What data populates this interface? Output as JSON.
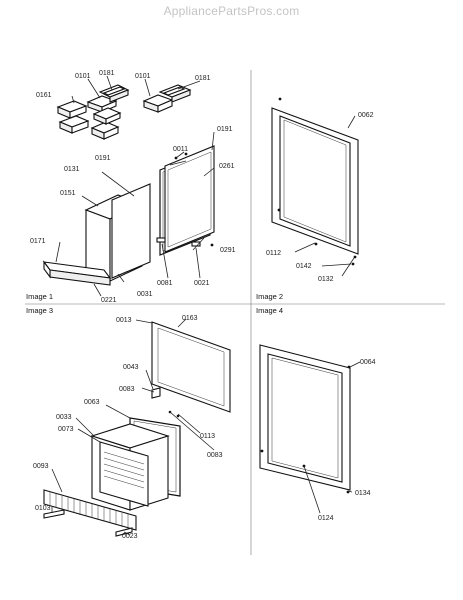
{
  "watermark": "AppliancePartsPros.com",
  "images": [
    {
      "label": "Image 1"
    },
    {
      "label": "Image 2"
    },
    {
      "label": "Image 3"
    },
    {
      "label": "Image 4"
    }
  ],
  "parts": {
    "p0101a": "0101",
    "p0181a": "0181",
    "p0101b": "0101",
    "p0181b": "0181",
    "p0161": "0161",
    "p0191a": "0191",
    "p0011": "0011",
    "p0191b": "0191",
    "p0131": "0131",
    "p0261": "0261",
    "p0151": "0151",
    "p0291": "0291",
    "p0171": "0171",
    "p0081": "0081",
    "p0021": "0021",
    "p0031": "0031",
    "p0221": "0221",
    "p0062": "0062",
    "p0112": "0112",
    "p0142": "0142",
    "p0132": "0132",
    "p0013": "0013",
    "p0163": "0163",
    "p0043": "0043",
    "p0083a": "0083",
    "p0063": "0063",
    "p0033": "0033",
    "p0073": "0073",
    "p0113": "0113",
    "p0083b": "0083",
    "p0093": "0093",
    "p0103": "0103",
    "p0023": "0023",
    "p0064": "0064",
    "p0134": "0134",
    "p0124": "0124"
  }
}
